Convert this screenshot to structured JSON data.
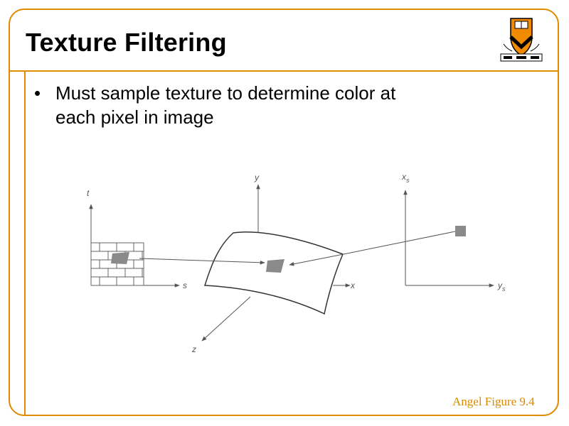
{
  "slide": {
    "title": "Texture Filtering",
    "bullets": [
      "Must sample texture to determine color at each pixel in image"
    ],
    "caption": "Angel Figure 9.4"
  },
  "diagram": {
    "texture_axes": {
      "t": "t",
      "s": "s"
    },
    "object_axes": {
      "y": "y",
      "x": "x",
      "z": "z"
    },
    "screen_axes": {
      "x_main": "x",
      "x_sub": "s",
      "y_main": "y",
      "y_sub": "s"
    }
  },
  "colors": {
    "accent": "#e08a00",
    "patch": "#8a8a8a",
    "line": "#555555"
  },
  "logo": {
    "icon": "princeton-shield-icon"
  }
}
